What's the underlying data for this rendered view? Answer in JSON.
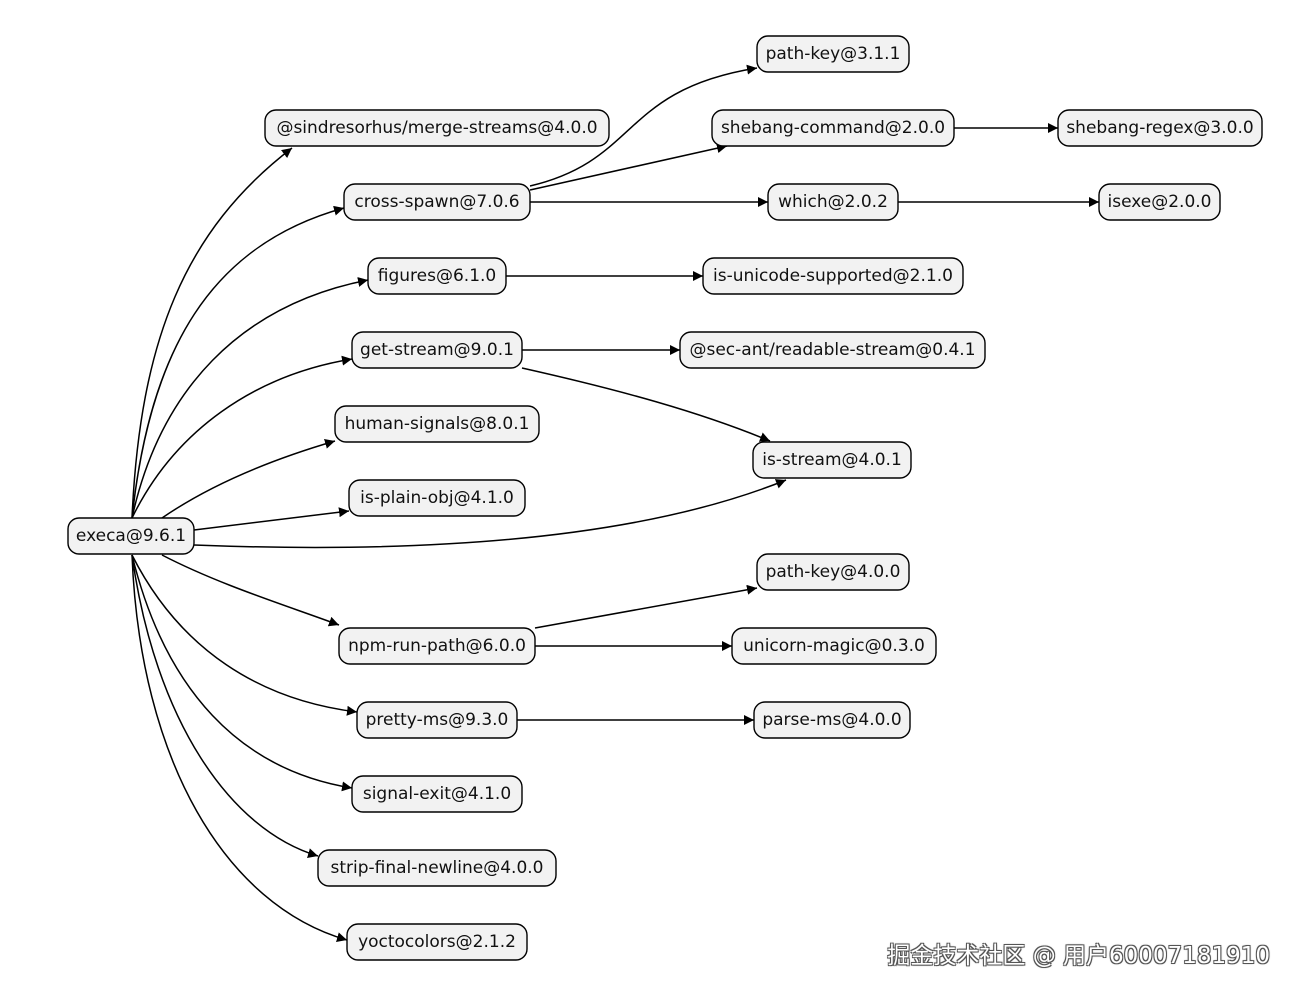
{
  "nodes": {
    "execa": "execa@9.6.1",
    "merge_streams": "@sindresorhus/merge-streams@4.0.0",
    "cross_spawn": "cross-spawn@7.0.6",
    "figures": "figures@6.1.0",
    "get_stream": "get-stream@9.0.1",
    "human_signals": "human-signals@8.0.1",
    "is_plain_obj": "is-plain-obj@4.1.0",
    "npm_run_path": "npm-run-path@6.0.0",
    "pretty_ms": "pretty-ms@9.3.0",
    "signal_exit": "signal-exit@4.1.0",
    "strip_final_newline": "strip-final-newline@4.0.0",
    "yoctocolors": "yoctocolors@2.1.2",
    "path_key_311": "path-key@3.1.1",
    "shebang_command": "shebang-command@2.0.0",
    "which": "which@2.0.2",
    "is_unicode_supported": "is-unicode-supported@2.1.0",
    "readable_stream": "@sec-ant/readable-stream@0.4.1",
    "is_stream": "is-stream@4.0.1",
    "path_key_400": "path-key@4.0.0",
    "unicorn_magic": "unicorn-magic@0.3.0",
    "parse_ms": "parse-ms@4.0.0",
    "shebang_regex": "shebang-regex@3.0.0",
    "isexe": "isexe@2.0.0"
  },
  "edges": [
    [
      "execa",
      "merge_streams"
    ],
    [
      "execa",
      "cross_spawn"
    ],
    [
      "execa",
      "figures"
    ],
    [
      "execa",
      "get_stream"
    ],
    [
      "execa",
      "human_signals"
    ],
    [
      "execa",
      "is_plain_obj"
    ],
    [
      "execa",
      "is_stream"
    ],
    [
      "execa",
      "npm_run_path"
    ],
    [
      "execa",
      "pretty_ms"
    ],
    [
      "execa",
      "signal_exit"
    ],
    [
      "execa",
      "strip_final_newline"
    ],
    [
      "execa",
      "yoctocolors"
    ],
    [
      "cross_spawn",
      "path_key_311"
    ],
    [
      "cross_spawn",
      "shebang_command"
    ],
    [
      "cross_spawn",
      "which"
    ],
    [
      "shebang_command",
      "shebang_regex"
    ],
    [
      "which",
      "isexe"
    ],
    [
      "figures",
      "is_unicode_supported"
    ],
    [
      "get_stream",
      "readable_stream"
    ],
    [
      "get_stream",
      "is_stream"
    ],
    [
      "npm_run_path",
      "path_key_400"
    ],
    [
      "npm_run_path",
      "unicorn_magic"
    ],
    [
      "pretty_ms",
      "parse_ms"
    ]
  ],
  "watermark": "掘金技术社区 @ 用户60007181910"
}
